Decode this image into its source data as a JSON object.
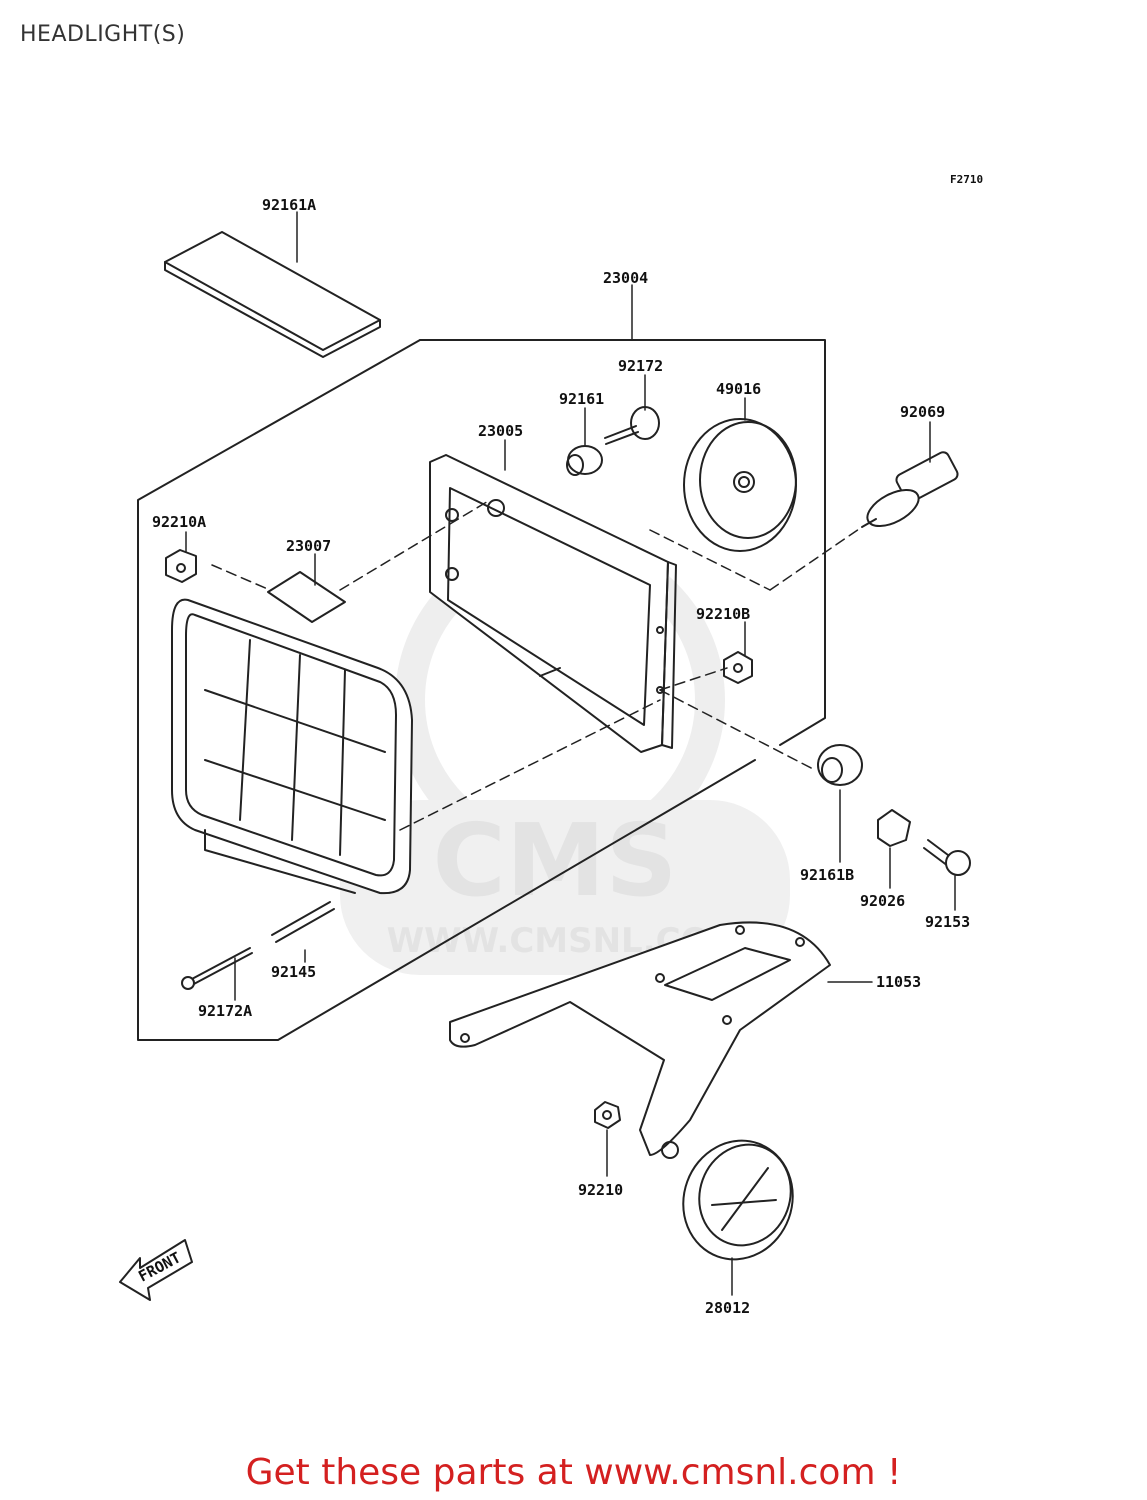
{
  "title": "HEADLIGHT(S)",
  "figure_id": "F2710",
  "watermark": {
    "brand": "CMS",
    "url": "WWW.CMSNL.COM"
  },
  "parts": [
    {
      "id": "p-92161a",
      "label": "92161A"
    },
    {
      "id": "p-23004",
      "label": "23004"
    },
    {
      "id": "p-92172",
      "label": "92172"
    },
    {
      "id": "p-49016",
      "label": "49016"
    },
    {
      "id": "p-92161",
      "label": "92161"
    },
    {
      "id": "p-23005",
      "label": "23005"
    },
    {
      "id": "p-92069",
      "label": "92069"
    },
    {
      "id": "p-92210a",
      "label": "92210A"
    },
    {
      "id": "p-23007",
      "label": "23007"
    },
    {
      "id": "p-92210b",
      "label": "92210B"
    },
    {
      "id": "p-92161b",
      "label": "92161B"
    },
    {
      "id": "p-92026",
      "label": "92026"
    },
    {
      "id": "p-92153",
      "label": "92153"
    },
    {
      "id": "p-92145",
      "label": "92145"
    },
    {
      "id": "p-92172a",
      "label": "92172A"
    },
    {
      "id": "p-11053",
      "label": "11053"
    },
    {
      "id": "p-92210",
      "label": "92210"
    },
    {
      "id": "p-28012",
      "label": "28012"
    }
  ],
  "front_arrow_label": "FRONT",
  "colors": {
    "line": "#222222",
    "watermark": "#e3e3e3",
    "promo_text": "#d42020"
  },
  "promo_text": "Get these parts at www.cmsnl.com !"
}
